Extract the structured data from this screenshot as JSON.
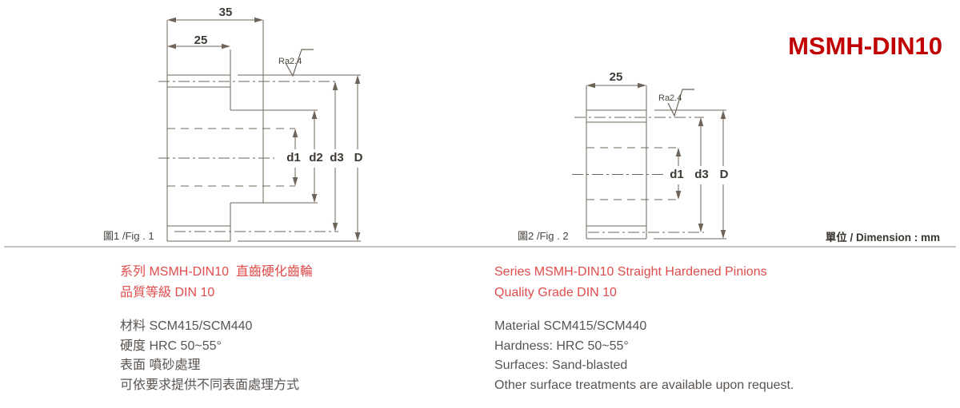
{
  "title": "MSMH-DIN10",
  "unit_note": "單位 / Dimension : mm",
  "fig1": {
    "caption": "圖1 /Fig . 1",
    "dim_total_length": "35",
    "dim_hub_length": "25",
    "surface_finish": "Ra2.4",
    "dia_labels": [
      "d1",
      "d2",
      "d3",
      "D"
    ]
  },
  "fig2": {
    "caption": "圖2 /Fig . 2",
    "dim_length": "25",
    "surface_finish": "Ra2.4",
    "dia_labels": [
      "d1",
      "d3",
      "D"
    ]
  },
  "info_cn": {
    "heading_line1": "系列 MSMH-DIN10  直齒硬化齒輪",
    "heading_line2": "品質等級 DIN 10",
    "lines": [
      "材料 SCM415/SCM440",
      "硬度 HRC 50~55°",
      "表面 噴砂處理",
      "可依要求提供不同表面處理方式"
    ]
  },
  "info_en": {
    "heading_line1": "Series MSMH-DIN10 Straight Hardened Pinions",
    "heading_line2": "Quality Grade DIN 10",
    "lines": [
      "Material SCM415/SCM440",
      "Hardness: HRC 50~55°",
      "Surfaces: Sand-blasted",
      "Other surface treatments are available upon request."
    ]
  },
  "colors": {
    "brand_red": "#c00000",
    "series_red": "#e04b4b",
    "drawing_line": "#6e6459",
    "body_text": "#5a5450",
    "divider": "#c6c6c6"
  }
}
